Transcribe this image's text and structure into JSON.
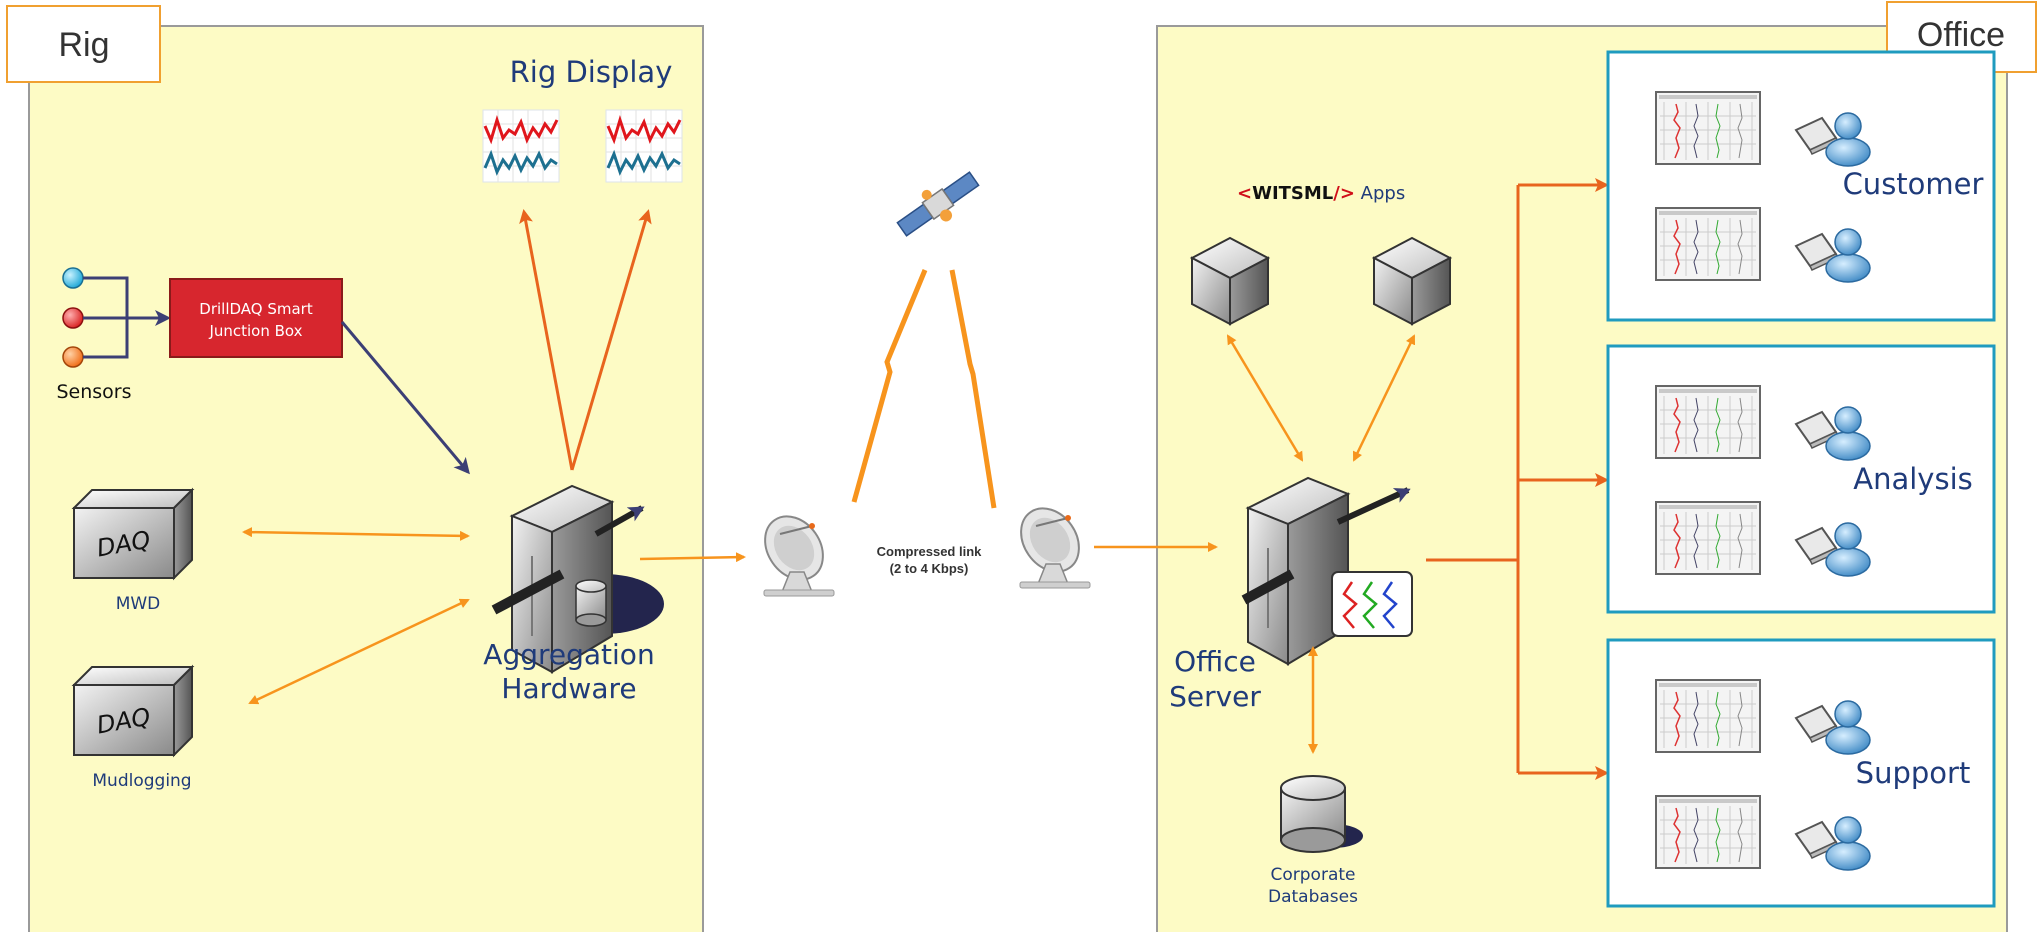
{
  "colors": {
    "panel_fill": "#fdfbc5",
    "panel_border": "#9a9a9a",
    "tab_border": "#f0a030",
    "orange_arrow": "#f7941d",
    "dark_orange_arrow": "#e8641e",
    "navy_arrow": "#3c3f75",
    "teal_box": "#1f9bbf",
    "text_navy": "#1f3b7a",
    "junction_red": "#d7262e"
  },
  "rig": {
    "tab_label": "Rig",
    "display_title": "Rig Display",
    "sensors_label": "Sensors",
    "junction_box_line1": "DrillDAQ Smart",
    "junction_box_line2": "Junction Box",
    "daq_label": "DAQ",
    "mwd_label": "MWD",
    "mudlogging_label": "Mudlogging",
    "aggregation_line1": "Aggregation",
    "aggregation_line2": "Hardware"
  },
  "link": {
    "line1": "Compressed link",
    "line2": "(2 to 4 Kbps)"
  },
  "office": {
    "tab_label": "Office",
    "witsml_open": "<",
    "witsml_name": "WITSML",
    "witsml_close": "/>",
    "apps_label": " Apps",
    "server_line1": "Office",
    "server_line2": "Server",
    "db_line1": "Corporate",
    "db_line2": "Databases",
    "groups": [
      {
        "label": "Customer"
      },
      {
        "label": "Analysis"
      },
      {
        "label": "Support"
      }
    ]
  },
  "icons": {
    "sensor": "sensor-dot-icon",
    "daq": "daq-box-icon",
    "server": "server-tower-icon",
    "satellite": "satellite-icon",
    "dish": "satellite-dish-icon",
    "cube": "app-cube-icon",
    "database": "database-icon",
    "chart": "trend-chart-icon",
    "user": "user-laptop-icon"
  }
}
